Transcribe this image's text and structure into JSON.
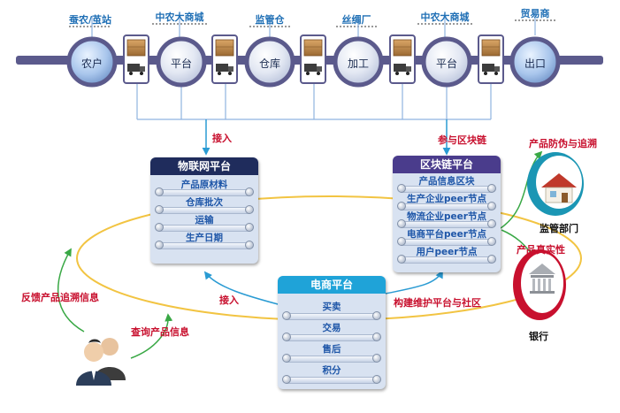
{
  "supply_chain": {
    "stages": [
      {
        "top_label": "蚕农/茧站",
        "node": "农户"
      },
      {
        "top_label": "中农大商城",
        "node": "平台"
      },
      {
        "top_label": "监管仓",
        "node": "仓库"
      },
      {
        "top_label": "丝绸厂",
        "node": "加工"
      },
      {
        "top_label": "中农大商城",
        "node": "平台"
      },
      {
        "top_label": "贸易商",
        "node": "出口"
      }
    ]
  },
  "iot_panel": {
    "title": "物联网平台",
    "items": [
      "产品原材料",
      "仓库批次",
      "运输",
      "生产日期"
    ]
  },
  "blockchain_panel": {
    "title": "区块链平台",
    "items": [
      "产品信息区块",
      "生产企业peer节点",
      "物流企业peer节点",
      "电商平台peer节点",
      "用户peer节点"
    ]
  },
  "ecommerce_panel": {
    "title": "电商平台",
    "items": [
      "买卖",
      "交易",
      "售后",
      "积分"
    ]
  },
  "labels": {
    "connect_top": "接入",
    "join_blockchain": "参与区块链",
    "connect_bottom": "接入",
    "build_platform": "构建维护平台与社区",
    "feedback": "反馈产品追溯信息",
    "query": "查询产品信息",
    "anti_counterfeit": "产品防伪与追溯",
    "authenticity": "产品真实性"
  },
  "entities": {
    "regulator": "监管部门",
    "bank": "银行"
  },
  "colors": {
    "accent_blue": "#1f6fb5",
    "red": "#c8102e",
    "track": "#5b5a8c",
    "ellipse": "#f2c442",
    "navy": "#1f2c5c",
    "purple": "#4a3c8c",
    "cyan": "#1fa3d8",
    "green": "#39a845"
  }
}
